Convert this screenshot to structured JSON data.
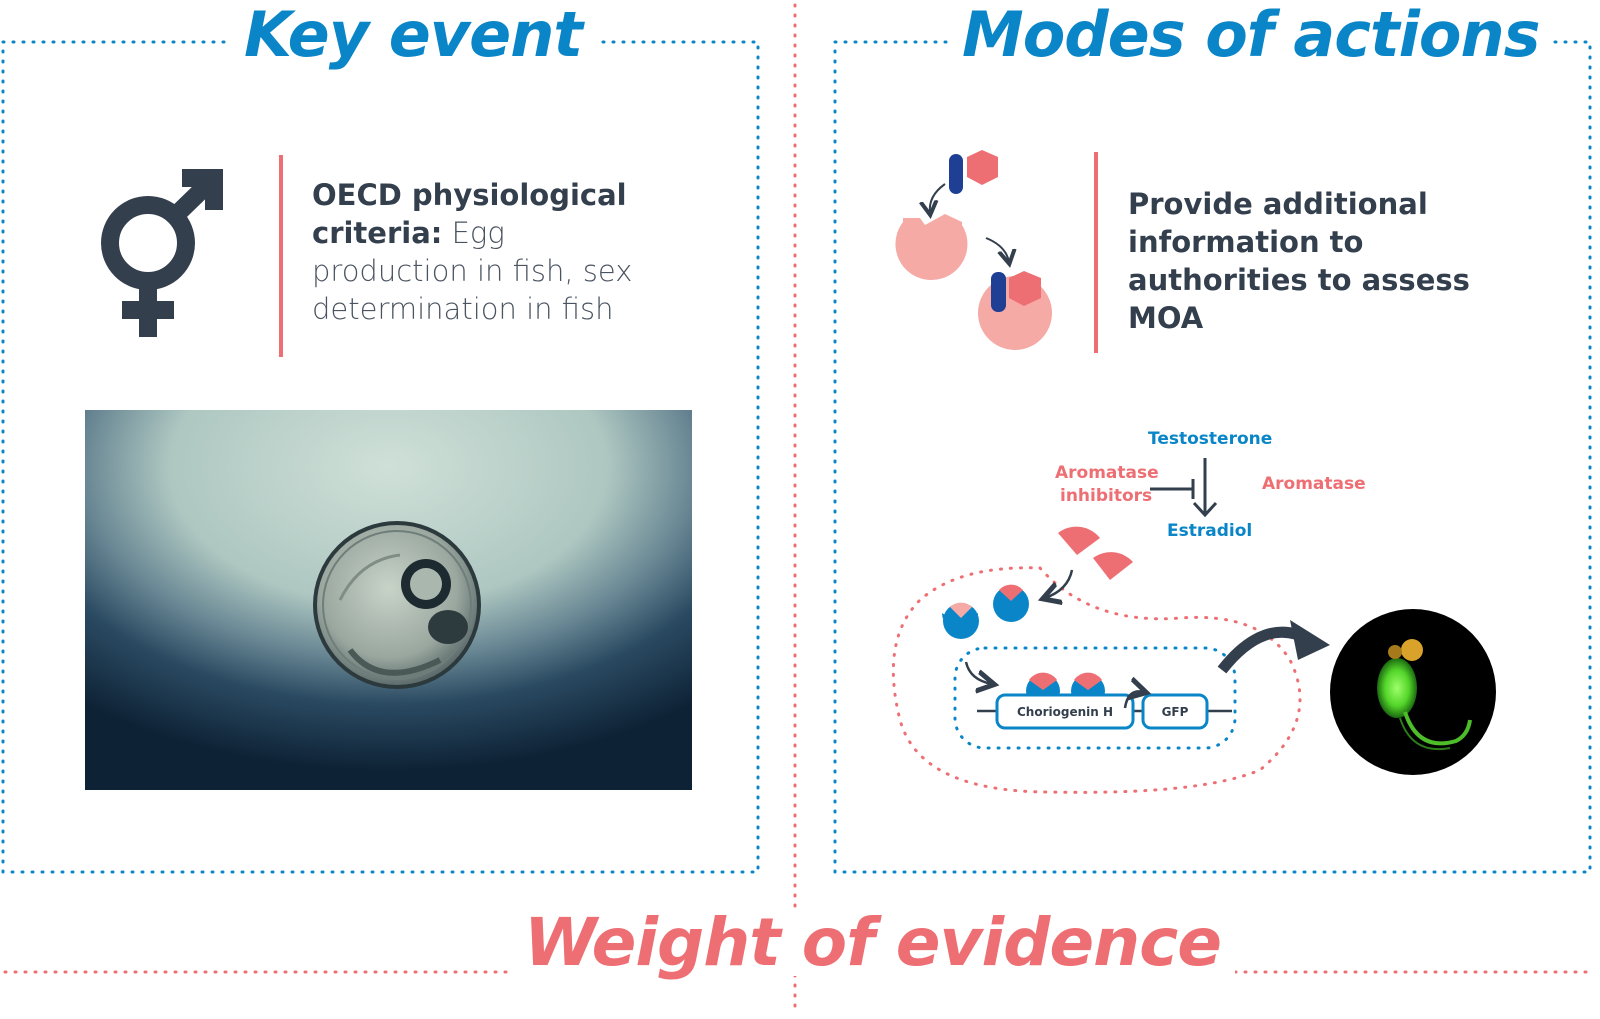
{
  "titles": {
    "key_event": "Key event",
    "modes_of_actions": "Modes of actions",
    "weight_of_evidence": "Weight of evidence"
  },
  "key_event": {
    "criteria_bold": "OECD physiological criteria:",
    "criteria_text": " Egg production in fish, sex determination in fish"
  },
  "modes": {
    "description": "Provide additional information to authorities to assess MOA"
  },
  "pathway": {
    "testosterone": "Testosterone",
    "aromatase_inhibitors_line1": "Aromatase",
    "aromatase_inhibitors_line2": "inhibitors",
    "aromatase": "Aromatase",
    "estradiol": "Estradiol",
    "gene": "Choriogenin H",
    "reporter": "GFP"
  },
  "colors": {
    "blue": "#0a86c8",
    "pink": "#ee6f73",
    "salmon": "#f5aaa5",
    "dark": "#333f4d",
    "navy": "#1e3f94"
  },
  "icons": [
    "intersex-symbol-icon",
    "receptor-binding-icon",
    "fish-embryo-photo",
    "fluorescent-larva-photo"
  ]
}
